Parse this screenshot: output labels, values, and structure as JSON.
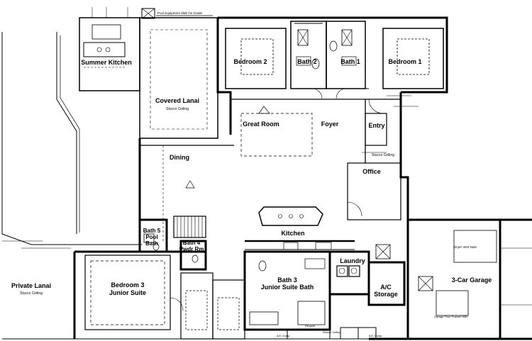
{
  "title_bar": {
    "pool_equipment": "Pool Equipment Slab On Grade"
  },
  "rooms": {
    "summer_kitchen": "Summer Kitchen",
    "covered_lanai": "Covered Lanai",
    "covered_lanai_sub": "Stucco Ceiling",
    "bedroom2": "Bedroom 2",
    "bath2": "Bath 2",
    "bath1": "Bath 1",
    "bedroom1": "Bedroom 1",
    "great_room": "Great Room",
    "foyer": "Foyer",
    "entry": "Entry",
    "entry_sub": "Stucco Ceiling",
    "dining": "Dining",
    "office": "Office",
    "kitchen": "Kitchen",
    "bath5_line1": "Bath 5",
    "bath5_line2": "Pool",
    "bath5_line3": "Bath",
    "bath4_line1": "Bath 4",
    "bath4_line2": "Pwdr Rm",
    "private_lanai": "Private Lanai",
    "private_lanai_sub": "Stucco Ceiling",
    "bedroom3_line1": "Bedroom 3",
    "bedroom3_line2": "Junior Suite",
    "bath3_line1": "Bath 3",
    "bath3_line2": "Junior Suite Bath",
    "laundry": "Laundry",
    "ac_storage_line1": "A/C",
    "ac_storage_line2": "Storage",
    "garage": "3-Car Garage"
  },
  "notes": {
    "dryer_vent": "Dryer Vent Note",
    "garage_floor": "Garage Floor Framed With",
    "stucco": "Stucco Ceiling",
    "ac_comp": "A/C Comp",
    "recycle": "Recycle"
  }
}
